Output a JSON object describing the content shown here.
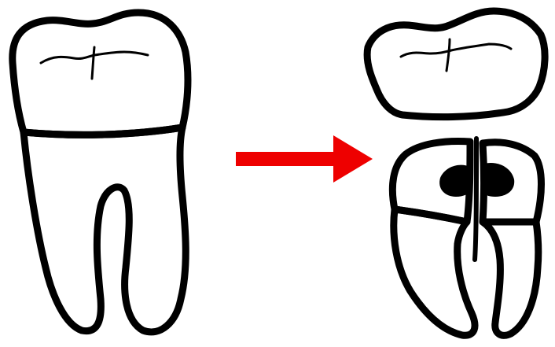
{
  "illustration": {
    "subject": "tooth-sectioning",
    "left_panel": "intact-molar",
    "right_panel": "sectioned-molar"
  },
  "colors": {
    "background": "#ffffff",
    "outline": "#000000",
    "crown_enamel": "#ffffff",
    "root": "#f1dfa8",
    "pulp_chamber_wall": "#a99a70",
    "pulp_canal": "#000000",
    "arrow": "#ee0000"
  },
  "icons": {
    "arrow": "right-arrow-icon"
  }
}
